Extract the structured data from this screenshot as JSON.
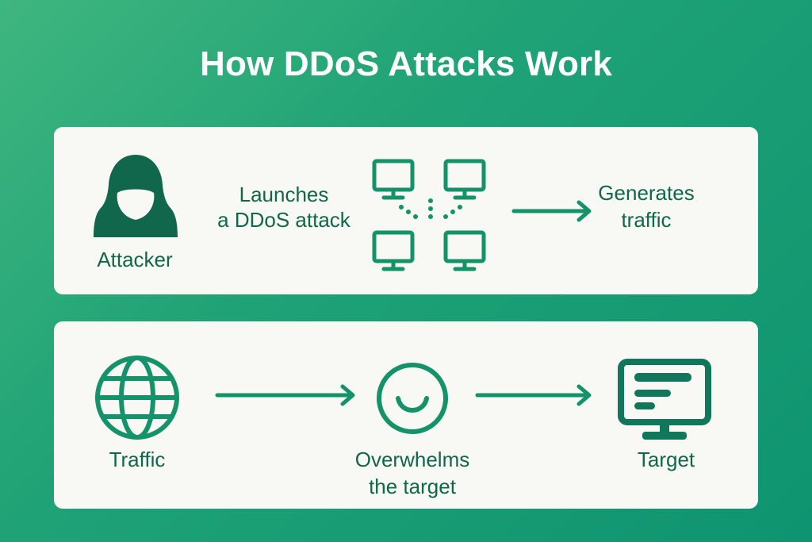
{
  "title": "How DDoS Attacks Work",
  "colors": {
    "background_start": "#3fb67f",
    "background_end": "#0e9470",
    "panel": "#f8f8f4",
    "icon": "#14936a",
    "icon_dark": "#10674c",
    "text": "#10674c",
    "title_text": "#ffffff"
  },
  "stage1": {
    "attacker": {
      "icon": "hooded-hacker-icon",
      "label": "Attacker"
    },
    "action": {
      "line1": "Launches",
      "line2": "a DDoS attack"
    },
    "botnet": {
      "icon": "botnet-computers-icon",
      "count": 4
    },
    "arrow": "arrow-right-icon",
    "result": {
      "line1": "Generates",
      "line2": "traffic"
    }
  },
  "stage2": {
    "traffic": {
      "icon": "globe-icon",
      "label": "Traffic"
    },
    "overwhelm": {
      "icon": "smiley-circle-icon",
      "line1": "Overwhelms",
      "line2": "the target"
    },
    "target": {
      "icon": "server-monitor-icon",
      "label": "Target"
    },
    "arrows": [
      "arrow-right-icon",
      "arrow-right-icon"
    ]
  }
}
